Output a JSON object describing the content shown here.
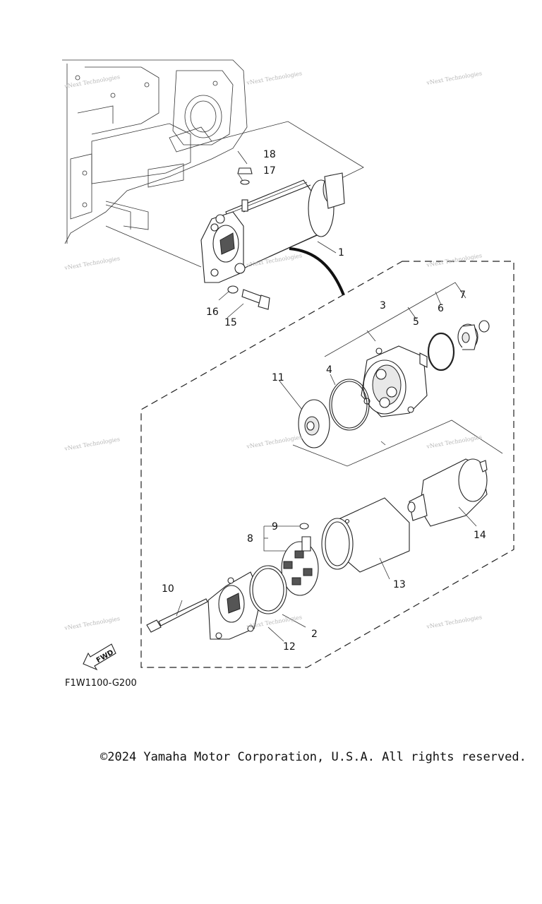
{
  "callouts": [
    {
      "id": "1",
      "label": "1"
    },
    {
      "id": "2",
      "label": "2"
    },
    {
      "id": "3",
      "label": "3"
    },
    {
      "id": "4",
      "label": "4"
    },
    {
      "id": "5",
      "label": "5"
    },
    {
      "id": "6",
      "label": "6"
    },
    {
      "id": "7",
      "label": "7"
    },
    {
      "id": "8",
      "label": "8"
    },
    {
      "id": "9",
      "label": "9"
    },
    {
      "id": "10",
      "label": "10"
    },
    {
      "id": "11",
      "label": "11"
    },
    {
      "id": "12",
      "label": "12"
    },
    {
      "id": "13",
      "label": "13"
    },
    {
      "id": "14",
      "label": "14"
    },
    {
      "id": "15",
      "label": "15"
    },
    {
      "id": "16",
      "label": "16"
    },
    {
      "id": "17",
      "label": "17"
    },
    {
      "id": "18",
      "label": "18"
    }
  ],
  "watermark": "vNext Technologies",
  "fwd_label": "FWD",
  "figure_code": "F1W1100-G200",
  "copyright": "©2024 Yamaha Motor Corporation, U.S.A. All rights reserved."
}
